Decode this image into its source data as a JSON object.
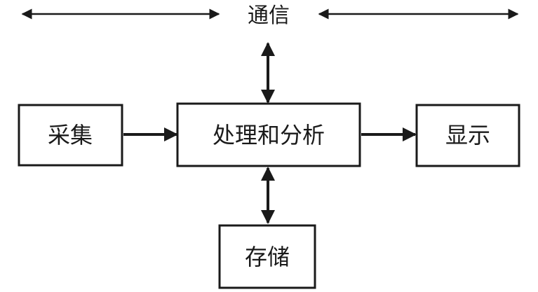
{
  "communication": {
    "label": "通信"
  },
  "nodes": {
    "acquisition": {
      "label": "采集"
    },
    "processing": {
      "label": "处理和分析"
    },
    "display": {
      "label": "显示"
    },
    "storage": {
      "label": "存储"
    }
  },
  "colors": {
    "stroke": "#1a1a1a",
    "background": "#ffffff"
  }
}
